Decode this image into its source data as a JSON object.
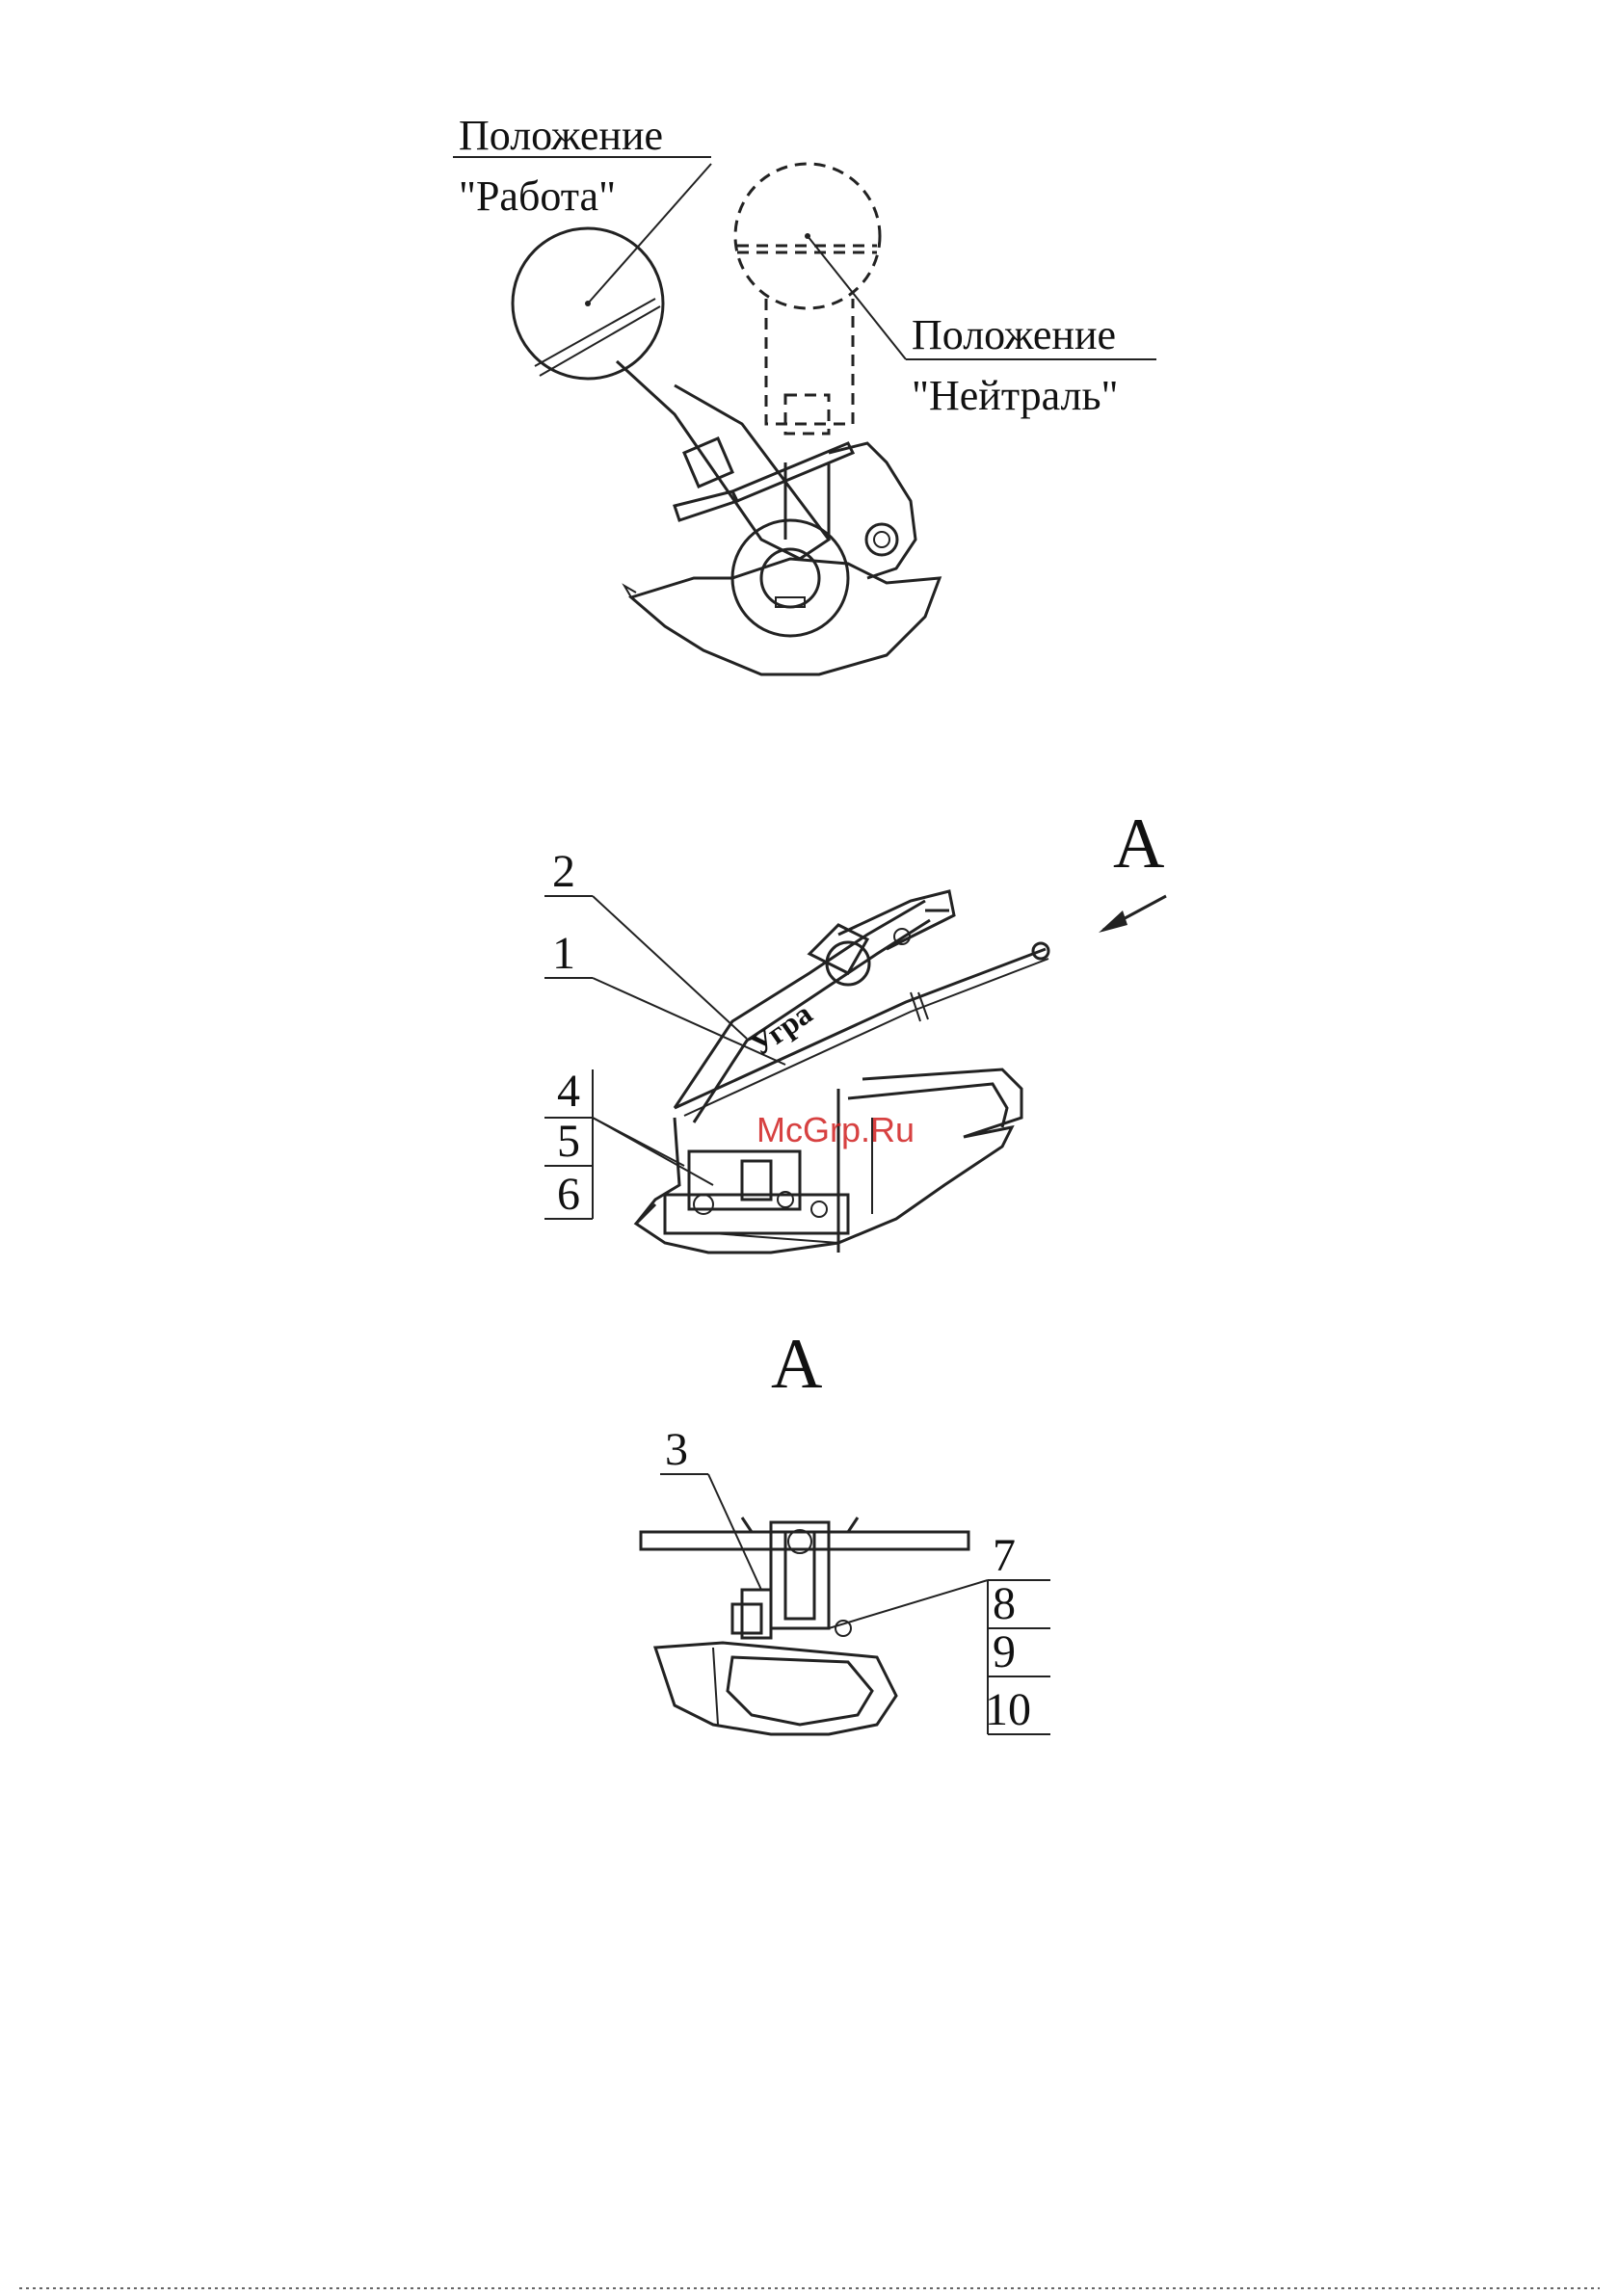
{
  "figure1": {
    "work_label_line1": "Положение",
    "work_label_line2": "\"Работа\"",
    "neutral_label_line1": "Положение",
    "neutral_label_line2": "\"Нейтраль\""
  },
  "figure2": {
    "view_marker": "А",
    "brand_text": "Угра",
    "callouts": [
      "2",
      "1",
      "4",
      "5",
      "6"
    ]
  },
  "watermark": "McGrp.Ru",
  "figure3": {
    "view_title": "А",
    "callouts": [
      "3",
      "7",
      "8",
      "9",
      "10"
    ]
  }
}
